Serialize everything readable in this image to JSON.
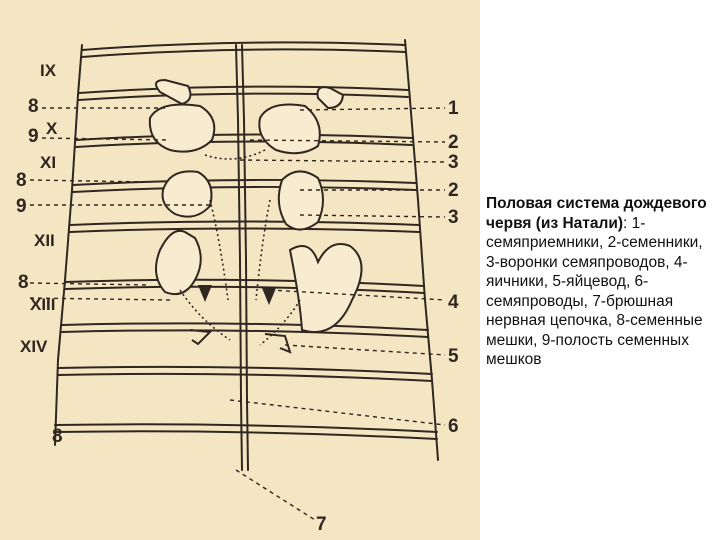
{
  "caption": {
    "bold": "Половая система дождевого червя (из Натали)",
    "text": ": 1-семяприемники, 2-семенники, 3-воронки семяпроводов, 4-яичники, 5-яйцевод, 6-семяпроводы, 7-брюшная нервная цепочка, 8-семенные мешки, 9-полость семенных мешков"
  },
  "segment_labels": [
    "IX",
    "X",
    "XI",
    "XII",
    "XIII",
    "XIV"
  ],
  "left_labels": [
    "8",
    "9",
    "8",
    "9",
    "8",
    "8"
  ],
  "right_labels": [
    "1",
    "2",
    "3",
    "2",
    "3",
    "4",
    "5",
    "6",
    "7"
  ],
  "colors": {
    "paper": "#f4e5c3",
    "ink": "#2f2720",
    "organ": "#f8ecd0"
  }
}
